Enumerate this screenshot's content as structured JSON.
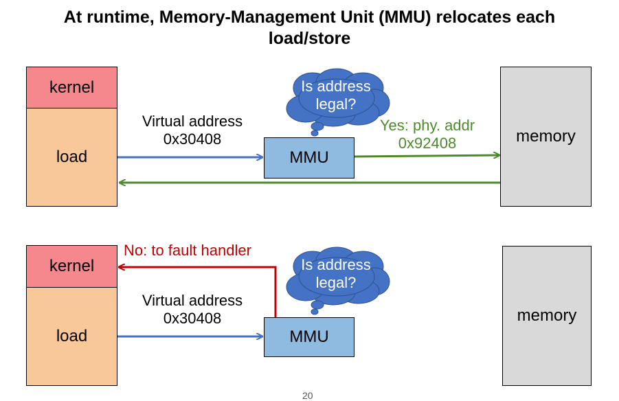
{
  "title": {
    "line1": "At runtime, Memory-Management Unit (MMU) relocates each",
    "line2": "load/store"
  },
  "top": {
    "kernel": "kernel",
    "load": "load",
    "mmu": "MMU",
    "memory": "memory",
    "virtual_line1": "Virtual address",
    "virtual_line2": "0x30408",
    "yes_line1": "Yes: phy. addr",
    "yes_line2": "0x92408",
    "cloud_line1": "Is address",
    "cloud_line2": "legal?"
  },
  "bottom": {
    "kernel": "kernel",
    "load": "load",
    "mmu": "MMU",
    "memory": "memory",
    "virtual_line1": "Virtual address",
    "virtual_line2": "0x30408",
    "fault": "No: to fault handler",
    "cloud_line1": "Is address",
    "cloud_line2": "legal?"
  },
  "page_number": "20",
  "colors": {
    "blue_arrow": "#4472c4",
    "green_arrow": "#4e8a2c",
    "red_arrow": "#c00000",
    "cloud": "#4472c4"
  }
}
